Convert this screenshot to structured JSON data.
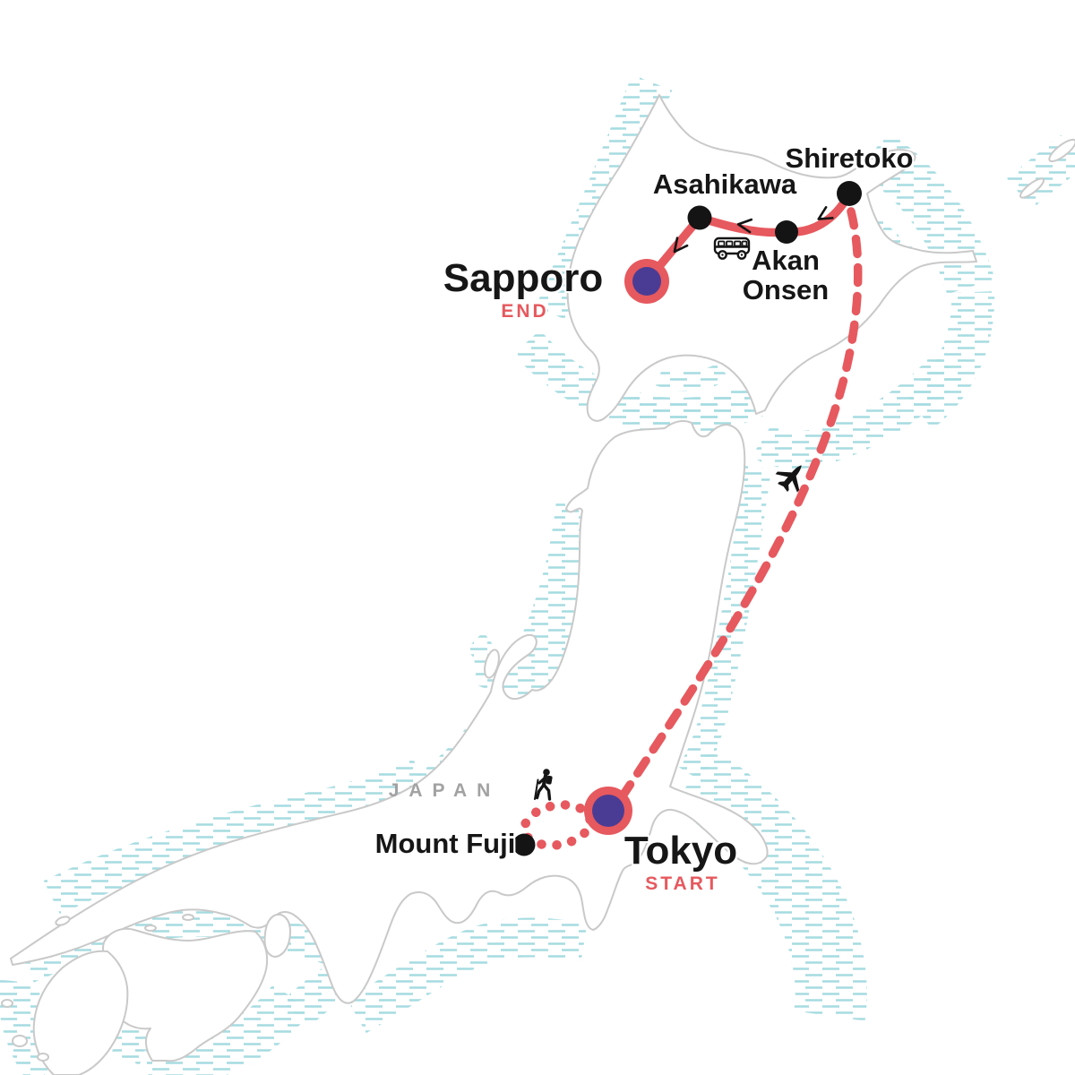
{
  "country_label": "JAPAN",
  "stops": {
    "tokyo": {
      "name": "Tokyo",
      "tag": "START"
    },
    "mount_fuji": {
      "name": "Mount Fuji"
    },
    "shiretoko": {
      "name": "Shiretoko"
    },
    "akan_onsen": {
      "name": "Akan Onsen"
    },
    "asahikawa": {
      "name": "Asahikawa"
    },
    "sapporo": {
      "name": "Sapporo",
      "tag": "END"
    }
  },
  "icons": {
    "flight": "plane-icon",
    "road": "bus-icon",
    "hike": "hiker-icon"
  },
  "colors": {
    "route_red": "#E6595E",
    "marker_purple": "#4A3C94",
    "marker_black": "#141414",
    "coast_gray": "#C9C9C9",
    "sea_hatch_teal": "#A5DCE1",
    "country_gray": "#A2A2A2"
  }
}
